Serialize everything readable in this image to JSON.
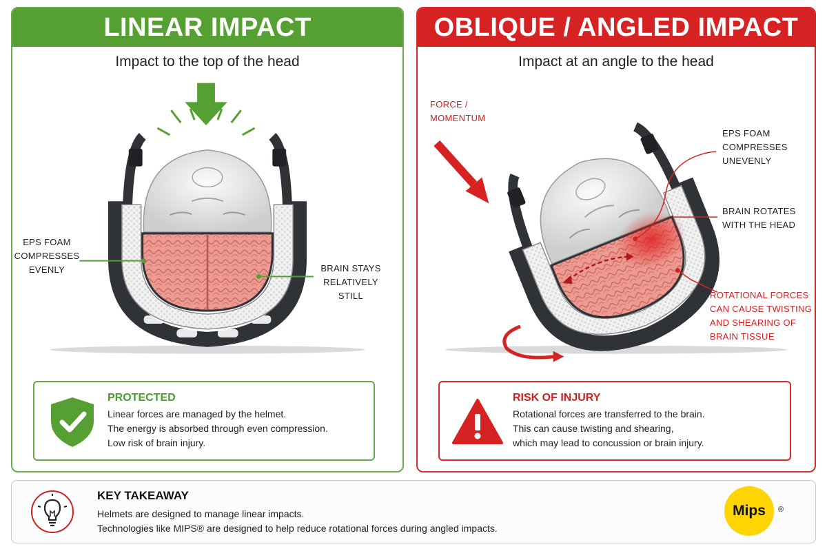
{
  "left_panel": {
    "title": "LINEAR IMPACT",
    "subtitle": "Impact to the top of the head",
    "labels": {
      "eps_foam": [
        "EPS FOAM",
        "COMPRESSES",
        "EVENLY"
      ],
      "brain": [
        "BRAIN STAYS",
        "RELATIVELY",
        "STILL"
      ]
    },
    "status_box": {
      "title": "PROTECTED",
      "lines": [
        "Linear forces are managed by the helmet.",
        "The energy is absorbed through even compression.",
        "Low risk of brain injury."
      ]
    }
  },
  "right_panel": {
    "title": "OBLIQUE / ANGLED IMPACT",
    "subtitle": "Impact at an angle to the head",
    "labels": {
      "force": [
        "FORCE /",
        "MOMENTUM"
      ],
      "eps_foam": [
        "EPS FOAM",
        "COMPRESSES",
        "UNEVENLY"
      ],
      "brain_rotates": [
        "BRAIN ROTATES",
        "WITH THE HEAD"
      ],
      "rotational": [
        "ROTATIONAL FORCES",
        "CAN CAUSE TWISTING",
        "AND SHEARING OF",
        "BRAIN TISSUE"
      ]
    },
    "status_box": {
      "title": "RISK OF INJURY",
      "lines": [
        "Rotational forces are transferred to the brain.",
        "This can cause twisting and shearing,",
        "which may lead to concussion or brain injury."
      ]
    }
  },
  "footer": {
    "title": "KEY TAKEAWAY",
    "lines": [
      "Helmets are designed to manage linear impacts.",
      "Technologies like MIPS® are designed to help reduce rotational forces during angled impacts."
    ],
    "logo_text": "Mips",
    "registered_mark": "®"
  },
  "colors": {
    "green": "#56a033",
    "red": "#d62222",
    "brain": "#e98d86",
    "logo_yellow": "#ffd400"
  },
  "icons": [
    "shield-check-icon",
    "warning-triangle-icon",
    "lightbulb-icon",
    "down-arrow-icon",
    "force-arrow-icon",
    "rotation-arrow-icon"
  ]
}
